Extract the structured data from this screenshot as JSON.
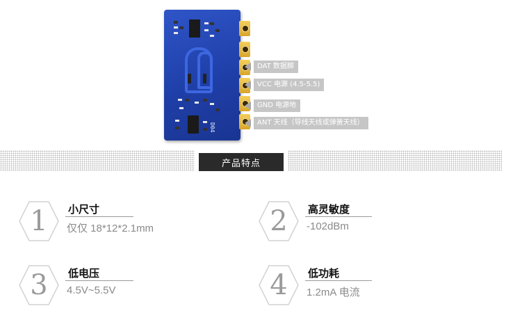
{
  "module": {
    "silkscreen": "D04",
    "pins": [
      {
        "label": "DAT  数据脚"
      },
      {
        "label": "VCC 电源 (4.5-5.5)"
      },
      {
        "label": "GND  电源地"
      },
      {
        "label": "ANT  天线（导线天线或弹簧天线）"
      }
    ]
  },
  "section": {
    "title": "产品特点"
  },
  "features": [
    {
      "number": "1",
      "title": "小尺寸",
      "desc": "仅仅 18*12*2.1mm"
    },
    {
      "number": "2",
      "title": "高灵敏度",
      "desc": "-102dBm"
    },
    {
      "number": "3",
      "title": "低电压",
      "desc": "4.5V~5.5V"
    },
    {
      "number": "4",
      "title": "低功耗",
      "desc": "1.2mA 电流"
    }
  ],
  "colors": {
    "board": "#1f3fa8",
    "pad": "#e0b23a",
    "label_bg": "#c6c6c6",
    "section_bg": "#2a2a2a",
    "number": "#9a9a9a"
  }
}
